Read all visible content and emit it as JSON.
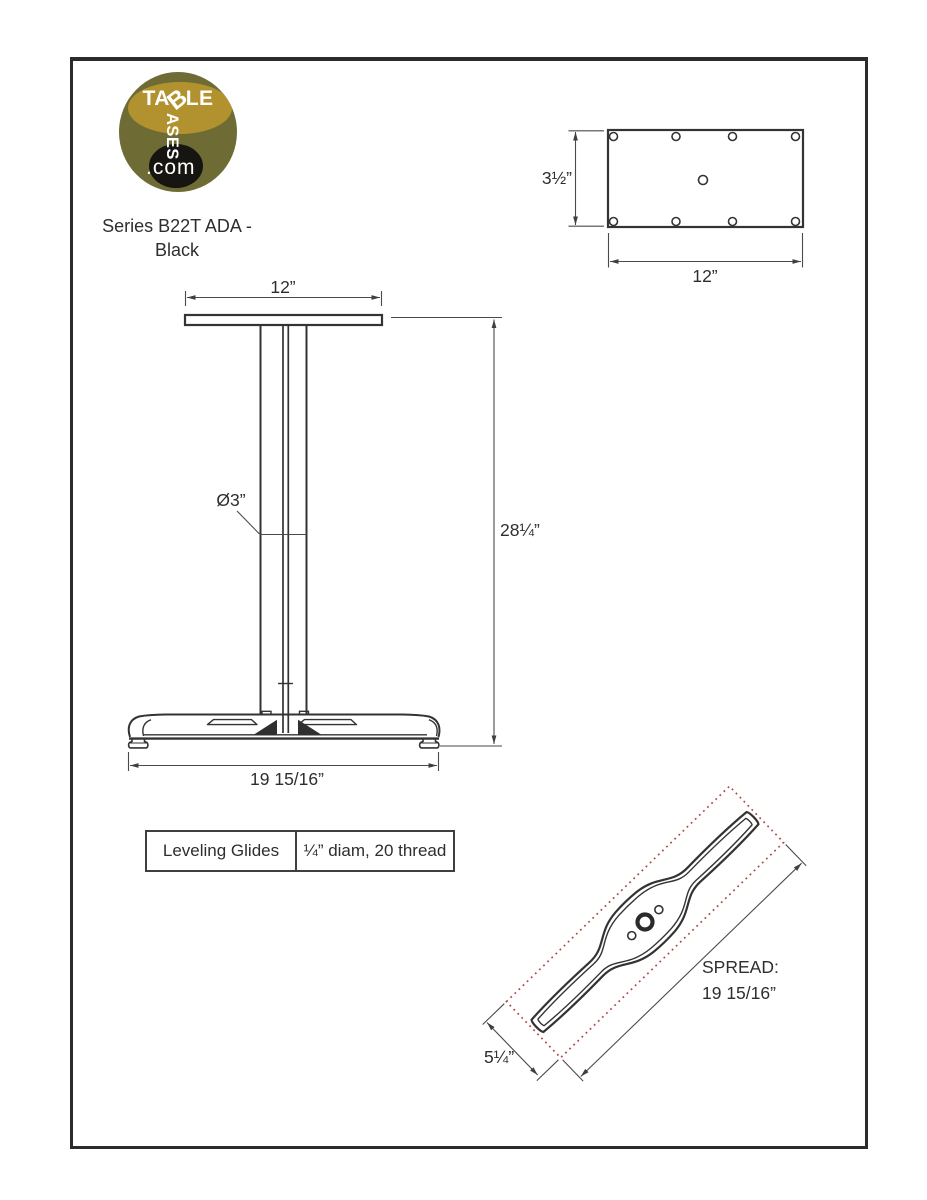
{
  "logo": {
    "top_left": "TA",
    "shared_letter": "B",
    "top_right": "LE",
    "vertical_letters": "ASES",
    "domain": ".com",
    "colors": {
      "outer": "#6e6c34",
      "upper": "#b2922f",
      "lower": "#161511",
      "text": "#ffffff"
    }
  },
  "header": {
    "series_line1": "Series B22T ADA -",
    "series_line2": "Black"
  },
  "top_view": {
    "height_label": "3½”",
    "width_label": "12”"
  },
  "front_view": {
    "top_width_label": "12”",
    "column_label": "Ø3”",
    "height_label": "28¼”",
    "spread_label": "19 15/16”"
  },
  "spec_table": {
    "rows": [
      {
        "name": "Leveling Glides",
        "value": "¼” diam, 20 thread"
      }
    ]
  },
  "bottom_view": {
    "depth_label": "5¼”",
    "spread_line1": "SPREAD:",
    "spread_line2": "19 15/16”",
    "accent_color": "#b04a42"
  }
}
